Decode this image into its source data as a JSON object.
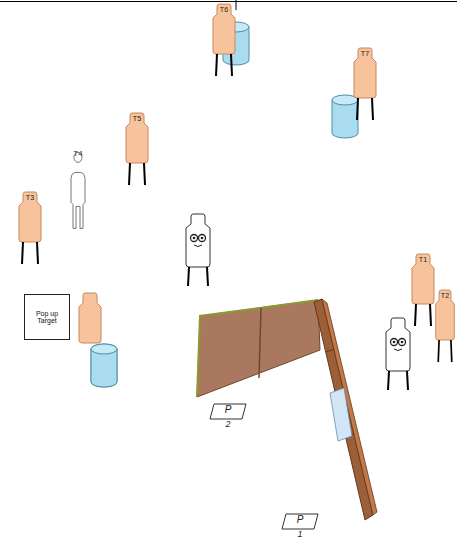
{
  "diagram": {
    "nodes": [
      {
        "text": [
          "T6"
        ]
      },
      {
        "text": [
          "T7"
        ]
      },
      {
        "text": [
          "T5"
        ]
      },
      {
        "text": [
          "T4"
        ]
      },
      {
        "text": [
          "T3"
        ]
      },
      {
        "text": [
          "Pop up Target"
        ]
      },
      {
        "text": [
          "T1"
        ]
      },
      {
        "text": [
          "T2"
        ]
      },
      {
        "text": [
          "P",
          "2"
        ]
      },
      {
        "text": [
          "P",
          "1"
        ]
      }
    ]
  }
}
